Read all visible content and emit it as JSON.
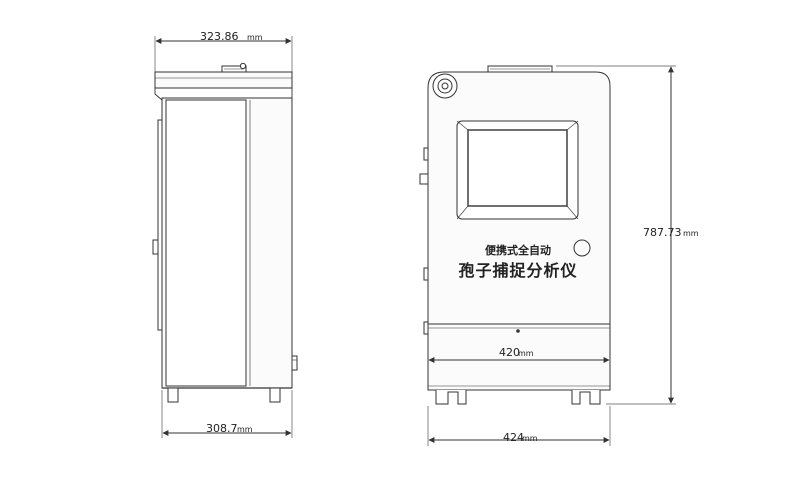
{
  "side_view": {
    "top_width": {
      "value": "323.86",
      "unit": "mm"
    },
    "base_width": {
      "value": "308.7",
      "unit": "mm"
    }
  },
  "front_view": {
    "label_line1": "便携式全自动",
    "label_line2": "孢子捕捉分析仪",
    "height": {
      "value": "787.73",
      "unit": "mm"
    },
    "inner_width": {
      "value": "420",
      "unit": "mm"
    },
    "outer_width": {
      "value": "424",
      "unit": "mm"
    }
  }
}
